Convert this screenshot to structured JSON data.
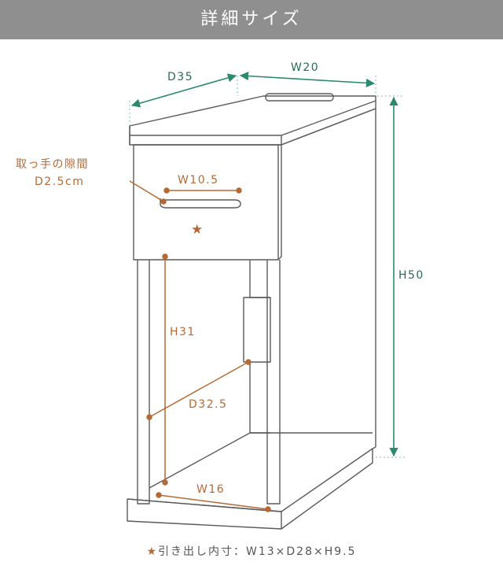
{
  "header": {
    "title": "詳細サイズ",
    "background": "#8f8f8f"
  },
  "dimensions": {
    "depth": "D35",
    "width": "W20",
    "height": "H50",
    "handle_gap_label": "取っ手の隙間",
    "handle_gap_value": "D2.5cm",
    "handle_width": "W10.5",
    "opening_height": "H31",
    "opening_depth": "D32.5",
    "opening_width": "W16"
  },
  "drawer_marker": "★",
  "footnote": {
    "star": "★",
    "text": "引き出し内寸：W13×D28×H9.5"
  },
  "colors": {
    "outer_dimension": "#2a8a6e",
    "inner_dimension": "#b56a35",
    "outline": "#5a5a5a"
  }
}
